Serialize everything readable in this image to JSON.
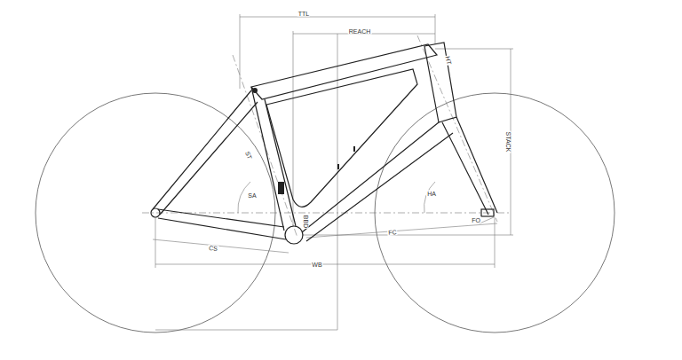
{
  "diagram": {
    "labels": [
      "TTL",
      "REACH",
      "STACK",
      "ST",
      "HT",
      "SA",
      "HA",
      "BBD",
      "CS",
      "FC",
      "WB",
      "FO"
    ]
  }
}
